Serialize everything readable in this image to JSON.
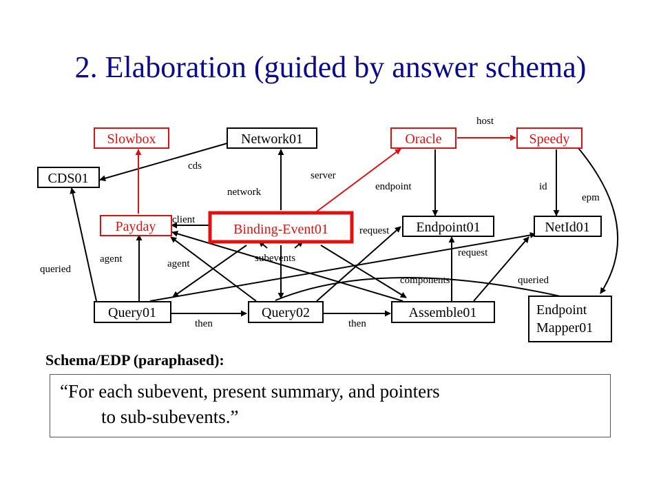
{
  "title": "2. Elaboration (guided by answer schema)",
  "diagram": {
    "nodes": {
      "slowbox": "Slowbox",
      "network01": "Network01",
      "oracle": "Oracle",
      "speedy": "Speedy",
      "cds01": "CDS01",
      "payday": "Payday",
      "binding_event01": "Binding-Event01",
      "endpoint01": "Endpoint01",
      "netid01": "NetId01",
      "query01": "Query01",
      "query02": "Query02",
      "assemble01": "Assemble01",
      "endpoint_mapper01_line1": "Endpoint",
      "endpoint_mapper01_line2": "Mapper01"
    },
    "edge_labels": {
      "host": "host",
      "cds": "cds",
      "server": "server",
      "endpoint": "endpoint",
      "id": "id",
      "epm": "epm",
      "network": "network",
      "client": "client",
      "request_left": "request",
      "request_right": "request",
      "queried_left": "queried",
      "queried_right": "queried",
      "agent_left": "agent",
      "agent_right": "agent",
      "subevents": "subevents",
      "components": "components",
      "then_left": "then",
      "then_right": "then"
    },
    "colors": {
      "highlight": "#e01010",
      "title": "#0a0a8c",
      "default": "#000000"
    }
  },
  "schema": {
    "heading": "Schema/EDP (paraphased):",
    "quote_line1": "“For each subevent, present summary, and pointers",
    "quote_line2": "to sub-subevents.”"
  }
}
